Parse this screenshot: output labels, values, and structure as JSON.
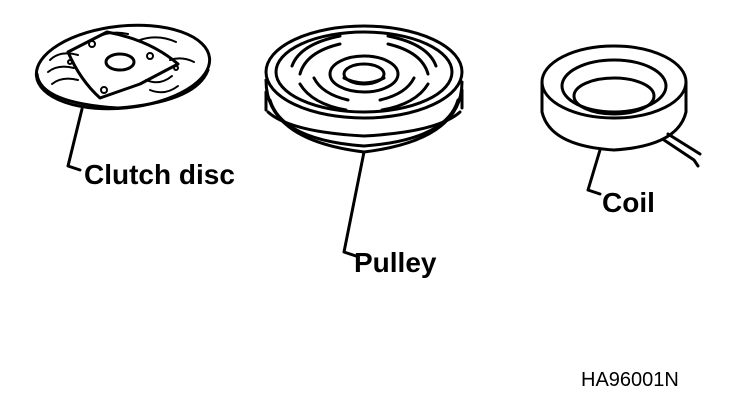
{
  "labels": {
    "clutch_disc": "Clutch disc",
    "pulley": "Pulley",
    "coil": "Coil"
  },
  "figure_code": "HA96001N",
  "colors": {
    "ink": "#000000",
    "background": "#ffffff"
  }
}
